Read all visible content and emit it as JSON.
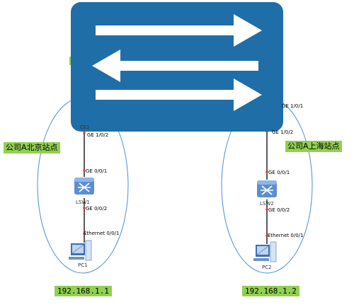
{
  "sites": {
    "beijing": {
      "label": "公司A北京站点",
      "ip": "192.168.1.1",
      "router_name": "CE1",
      "router_port": "GE 1/0/2",
      "switch": {
        "name": "LSW1",
        "port_up": "GE 0/0/1",
        "port_down": "GE 0/0/2"
      },
      "pc": {
        "name": "PC1",
        "port": "Ethernet 0/0/1"
      }
    },
    "shanghai": {
      "label": "公司A上海站点",
      "ip": "192.168.1.2",
      "router_port_top": "GE 1/0/1",
      "router_port": "GE 1/0/2",
      "switch": {
        "name": "LSW2",
        "port_up": "GE 0/0/1",
        "port_down": "GE 0/0/2"
      },
      "pc": {
        "name": "PC2",
        "port": "Ethernet 0/0/1"
      }
    }
  },
  "colors": {
    "core_switch": "#1f6ea8",
    "site_label_bg": "#92d050",
    "boundary": "#4a90d9",
    "port_dot": "#e03c31",
    "link": "#000000"
  },
  "icons": {
    "core": "core-switch-icon",
    "switch": "l2-switch-icon",
    "pc": "pc-icon"
  }
}
